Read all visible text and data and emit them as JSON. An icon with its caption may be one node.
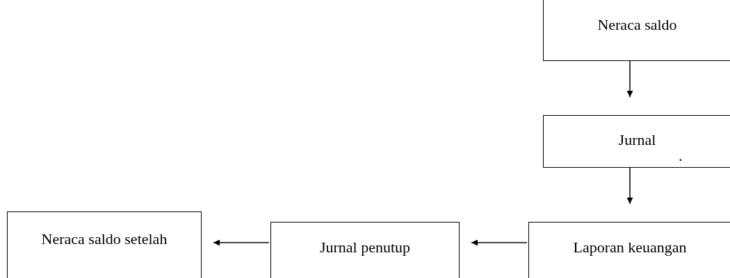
{
  "diagram": {
    "nodes": [
      {
        "text": [
          "Neraca saldo"
        ]
      },
      {
        "text": [
          "Jurnal"
        ]
      },
      {
        "text": [
          "Laporan keuangan"
        ]
      },
      {
        "text": [
          "Jurnal penutup"
        ]
      },
      {
        "text": [
          "Neraca saldo setelah"
        ]
      }
    ],
    "edges": [
      {
        "from": 0,
        "to": 1,
        "arrow": "to"
      },
      {
        "from": 1,
        "to": 2,
        "arrow": "to"
      },
      {
        "from": 2,
        "to": 3,
        "arrow": "to"
      },
      {
        "from": 3,
        "to": 4,
        "arrow": "to"
      }
    ],
    "labels": [
      "."
    ]
  }
}
